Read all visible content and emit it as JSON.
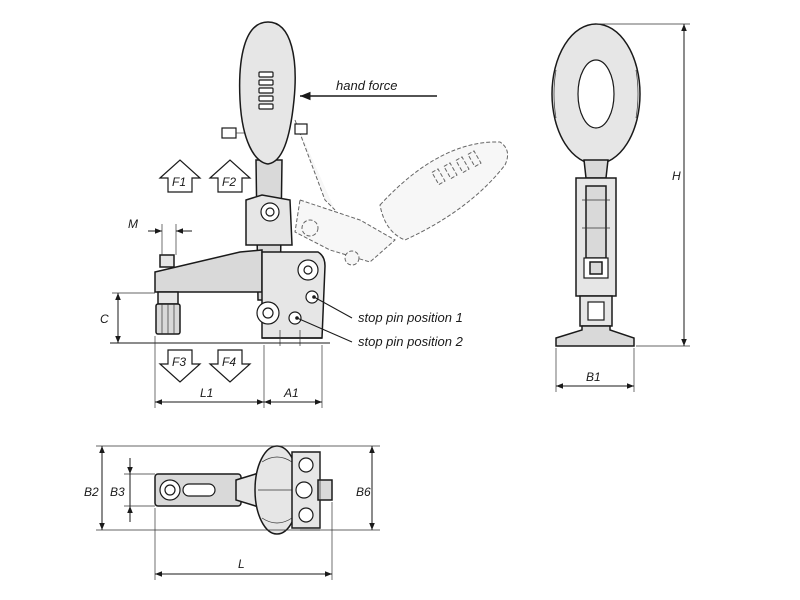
{
  "labels": {
    "hand_force": "hand force",
    "stop_pin_1": "stop pin position 1",
    "stop_pin_2": "stop pin position 2"
  },
  "forces": {
    "f1": "F1",
    "f2": "F2",
    "f3": "F3",
    "f4": "F4"
  },
  "dimensions": {
    "m": "M",
    "c": "C",
    "l1": "L1",
    "a1": "A1",
    "h": "H",
    "b1": "B1",
    "b2": "B2",
    "b3": "B3",
    "b6": "B6",
    "l": "L"
  }
}
